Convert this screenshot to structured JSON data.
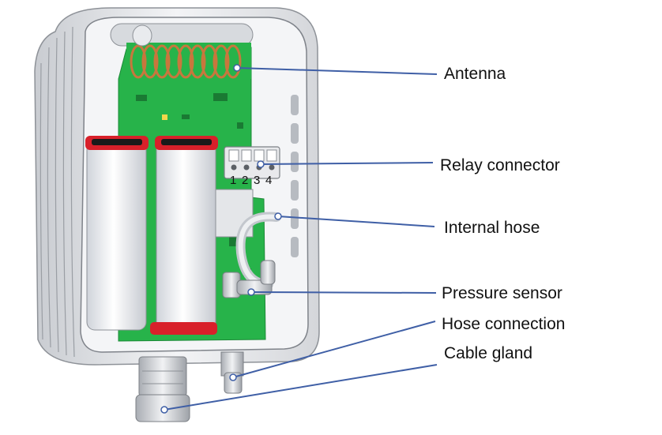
{
  "callouts": [
    {
      "label": "Antenna"
    },
    {
      "label": "Relay connector"
    },
    {
      "label": "Internal hose"
    },
    {
      "label": "Pressure sensor"
    },
    {
      "label": "Hose connection"
    },
    {
      "label": "Cable gland"
    }
  ],
  "relay": {
    "terminals": [
      "1",
      "2",
      "3",
      "4"
    ]
  },
  "colors": {
    "leader_line": "#3f5fa6",
    "pcb": "#27b34a",
    "battery_cap": "#d8202a",
    "antenna_coil": "#c8773d",
    "housing": "#e9eaec"
  }
}
